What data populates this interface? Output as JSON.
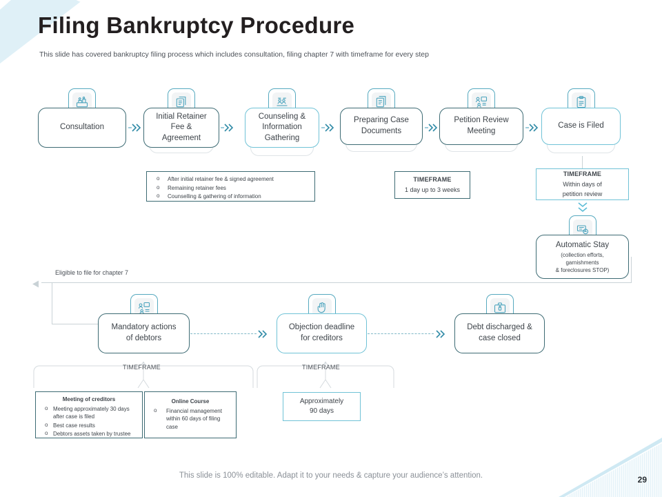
{
  "slide": {
    "title": "Filing Bankruptcy Procedure",
    "subtitle": "This slide has covered bankruptcy filing process which includes consultation, filing chapter 7 with timeframe for every  step",
    "footer_note": "This slide is 100% editable. Adapt it to your needs & capture your audience’s attention.",
    "page_number": "29",
    "accent_color": "#6fc2d6",
    "border_color": "#3c6a73",
    "text_color": "#3d4349"
  },
  "row1": {
    "nodes": [
      {
        "label": "Consultation",
        "icon": "consultation-icon"
      },
      {
        "label": "Initial Retainer\nFee &\nAgreement",
        "icon": "documents-stack-icon"
      },
      {
        "label": "Counseling &\nInformation\nGathering",
        "icon": "counseling-icon"
      },
      {
        "label": "Preparing Case\nDocuments",
        "icon": "case-documents-icon"
      },
      {
        "label": "Petition Review\nMeeting",
        "icon": "review-meeting-icon"
      },
      {
        "label": "Case is Filed",
        "icon": "clipboard-icon"
      }
    ]
  },
  "row1_details": {
    "bullets": [
      "After initial retainer fee & signed agreement",
      "Remaining retainer fees",
      "Counselling & gathering of information"
    ]
  },
  "timeframe_docs": {
    "heading": "TIMEFRAME",
    "value": "1 day  up to 3 weeks"
  },
  "timeframe_petition": {
    "heading": "TIMEFRAME",
    "line1": "Within  days of",
    "line2": "petition review"
  },
  "automatic_stay": {
    "icon": "automatic-stay-icon",
    "title": "Automatic Stay",
    "line1": "(collection efforts,",
    "line2": "garnishments",
    "line3": "& foreclosures STOP)"
  },
  "eligibility": {
    "label": "Eligible to file for chapter 7"
  },
  "row2": {
    "nodes": [
      {
        "label": "Mandatory actions\nof debtors",
        "icon": "debtor-actions-icon"
      },
      {
        "label": "Objection deadline\nfor creditors",
        "icon": "stop-hand-icon"
      },
      {
        "label": "Debt discharged &\ncase closed",
        "icon": "briefcase-lock-icon"
      }
    ]
  },
  "row2_timeframes": [
    {
      "label": "TIMEFRAME"
    },
    {
      "label": "TIMEFRAME"
    }
  ],
  "meeting_of_creditors": {
    "heading": "Meeting of creditors",
    "bullets": [
      "Meeting approximately 30 days after case is filed",
      "Best case results",
      "Debtors assets taken by trustee"
    ]
  },
  "online_course": {
    "heading": "Online Course",
    "bullets": [
      "Financial management within 60 days of filing case"
    ]
  },
  "approx_box": {
    "line1": "Approximately",
    "line2": "90 days"
  }
}
